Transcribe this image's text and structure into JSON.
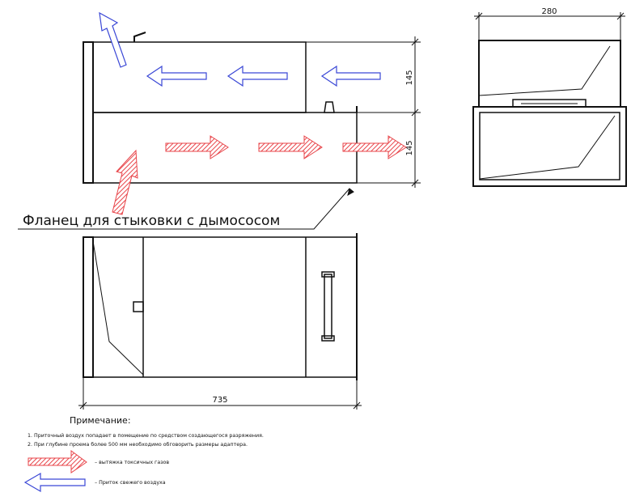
{
  "dimensions": {
    "top_width": "280",
    "upper_height": "145",
    "lower_height": "145",
    "plan_length": "735"
  },
  "callout": {
    "flange_label": "Фланец для стыковки с дымососом"
  },
  "notes": {
    "title": "Примечание:",
    "items": [
      "1. Приточный воздух попадает в помещение по средством создающегося разряжения.",
      "2. При глубине проема более 500 мм необходимо обговорить размеры адаптера."
    ]
  },
  "legend": {
    "exhaust_label": "– вытяжка токсичных газов",
    "supply_label": "– Приток свежего воздуха"
  },
  "colors": {
    "exhaust": "#e8454a",
    "supply": "#3a47d6",
    "line": "#111111"
  }
}
